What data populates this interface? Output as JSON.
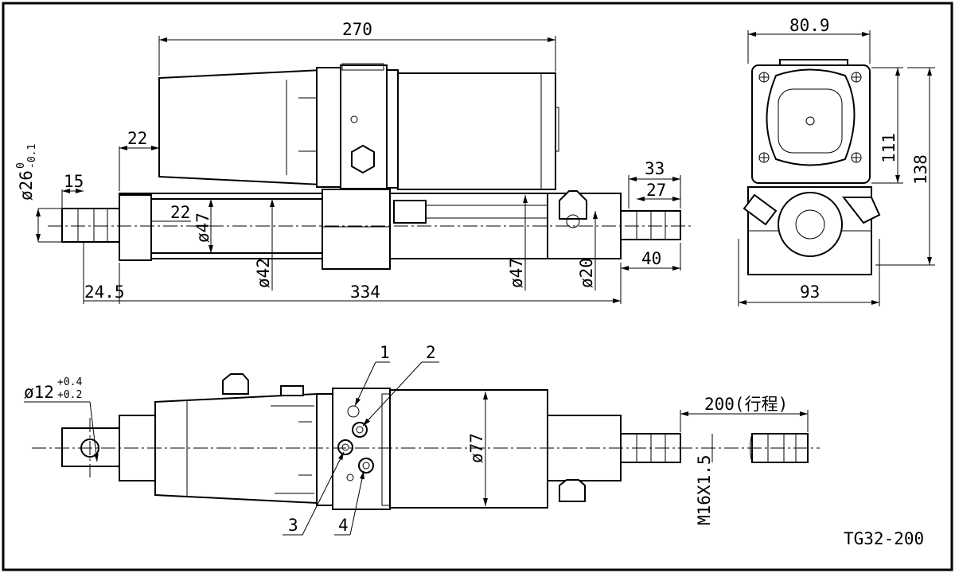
{
  "drawing": {
    "model": "TG32-200",
    "top_view": {
      "overall_length_label": "270",
      "rod_end_dia_label": "ø26",
      "rod_end_dia_tol_upper": "0",
      "rod_end_dia_tol_lower": "-0.1",
      "rod_end_len_label": "15",
      "motor_offset_label": "22",
      "cap_len_label": "22",
      "tube_dia_label": "ø47",
      "body_dia_label": "ø42",
      "rear_body_dia_label": "ø47",
      "rod_dia_label": "ø20",
      "len_33_label": "33",
      "len_27_label": "27",
      "len_40_label": "40",
      "rear_offset_label": "24.5",
      "body_len_label": "334"
    },
    "end_view": {
      "width_label": "80.9",
      "height_111_label": "111",
      "height_138_label": "138",
      "base_width_label": "93"
    },
    "side_view": {
      "pin_hole_label": "ø12",
      "pin_hole_tol_upper": "+0.4",
      "pin_hole_tol_lower": "+0.2",
      "motor_dia_label": "ø77",
      "stroke_label": "200(行程)",
      "thread_label": "M16X1.5",
      "callouts": [
        "1",
        "2",
        "3",
        "4"
      ]
    }
  }
}
